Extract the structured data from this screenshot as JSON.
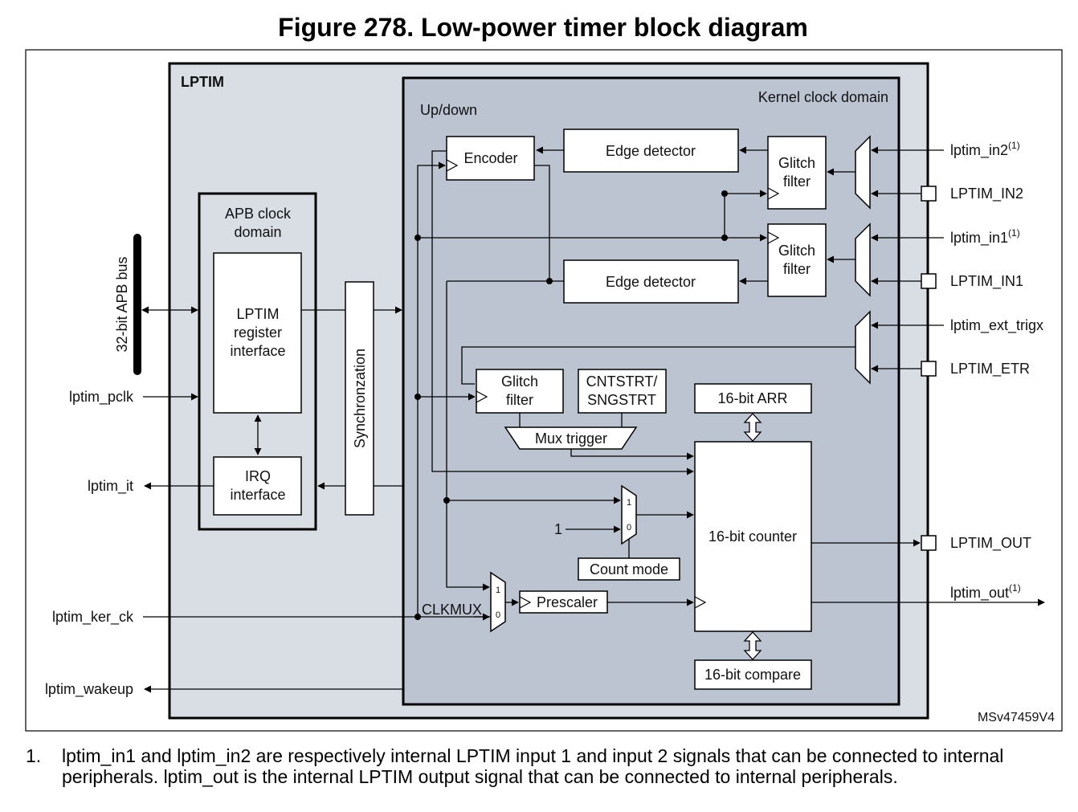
{
  "title": "Figure 278. Low-power timer block diagram",
  "blocks": {
    "lptim": "LPTIM",
    "kernel_domain": "Kernel clock domain",
    "updown": "Up/down",
    "apb_domain_line1": "APB clock",
    "apb_domain_line2": "domain",
    "reg_if_line1": "LPTIM",
    "reg_if_line2": "register",
    "reg_if_line3": "interface",
    "irq_if_line1": "IRQ",
    "irq_if_line2": "interface",
    "sync": "Synchronzation",
    "encoder": "Encoder",
    "edge_detector_1": "Edge detector",
    "edge_detector_2": "Edge detector",
    "glitch_1_line1": "Glitch",
    "glitch_1_line2": "filter",
    "glitch_2_line1": "Glitch",
    "glitch_2_line2": "filter",
    "glitch_3_line1": "Glitch",
    "glitch_3_line2": "filter",
    "cntstrt_line1": "CNTSTRT/",
    "cntstrt_line2": "SNGSTRT",
    "mux_trigger": "Mux trigger",
    "arr": "16-bit ARR",
    "counter": "16-bit counter",
    "compare": "16-bit compare",
    "count_mode": "Count mode",
    "prescaler": "Prescaler",
    "clkmux": "CLKMUX",
    "mux_in_1": "1",
    "mux_in_0": "0",
    "const_one": "1"
  },
  "signals": {
    "apb_bus": "32-bit APB bus",
    "pclk": "lptim_pclk",
    "it": "lptim_it",
    "ker_ck": "lptim_ker_ck",
    "wakeup": "lptim_wakeup",
    "in2": "lptim_in2",
    "in2_pin": "LPTIM_IN2",
    "in1": "lptim_in1",
    "in1_pin": "LPTIM_IN1",
    "ext_trig": "lptim_ext_trigx",
    "etr_pin": "LPTIM_ETR",
    "out_pin": "LPTIM_OUT",
    "out": "lptim_out",
    "note_ref": "(1)"
  },
  "figure_id": "MSv47459V4",
  "footnote": {
    "number": "1.",
    "text": "lptim_in1 and lptim_in2 are respectively internal LPTIM input 1 and input 2 signals that can be connected to internal peripherals. lptim_out is the internal LPTIM output signal that can be connected to internal peripherals."
  },
  "colors": {
    "lptim_fill": "#d9dee5",
    "kernel_fill": "#bcc3d1",
    "box_fill": "#ffffff",
    "line": "#000000"
  }
}
